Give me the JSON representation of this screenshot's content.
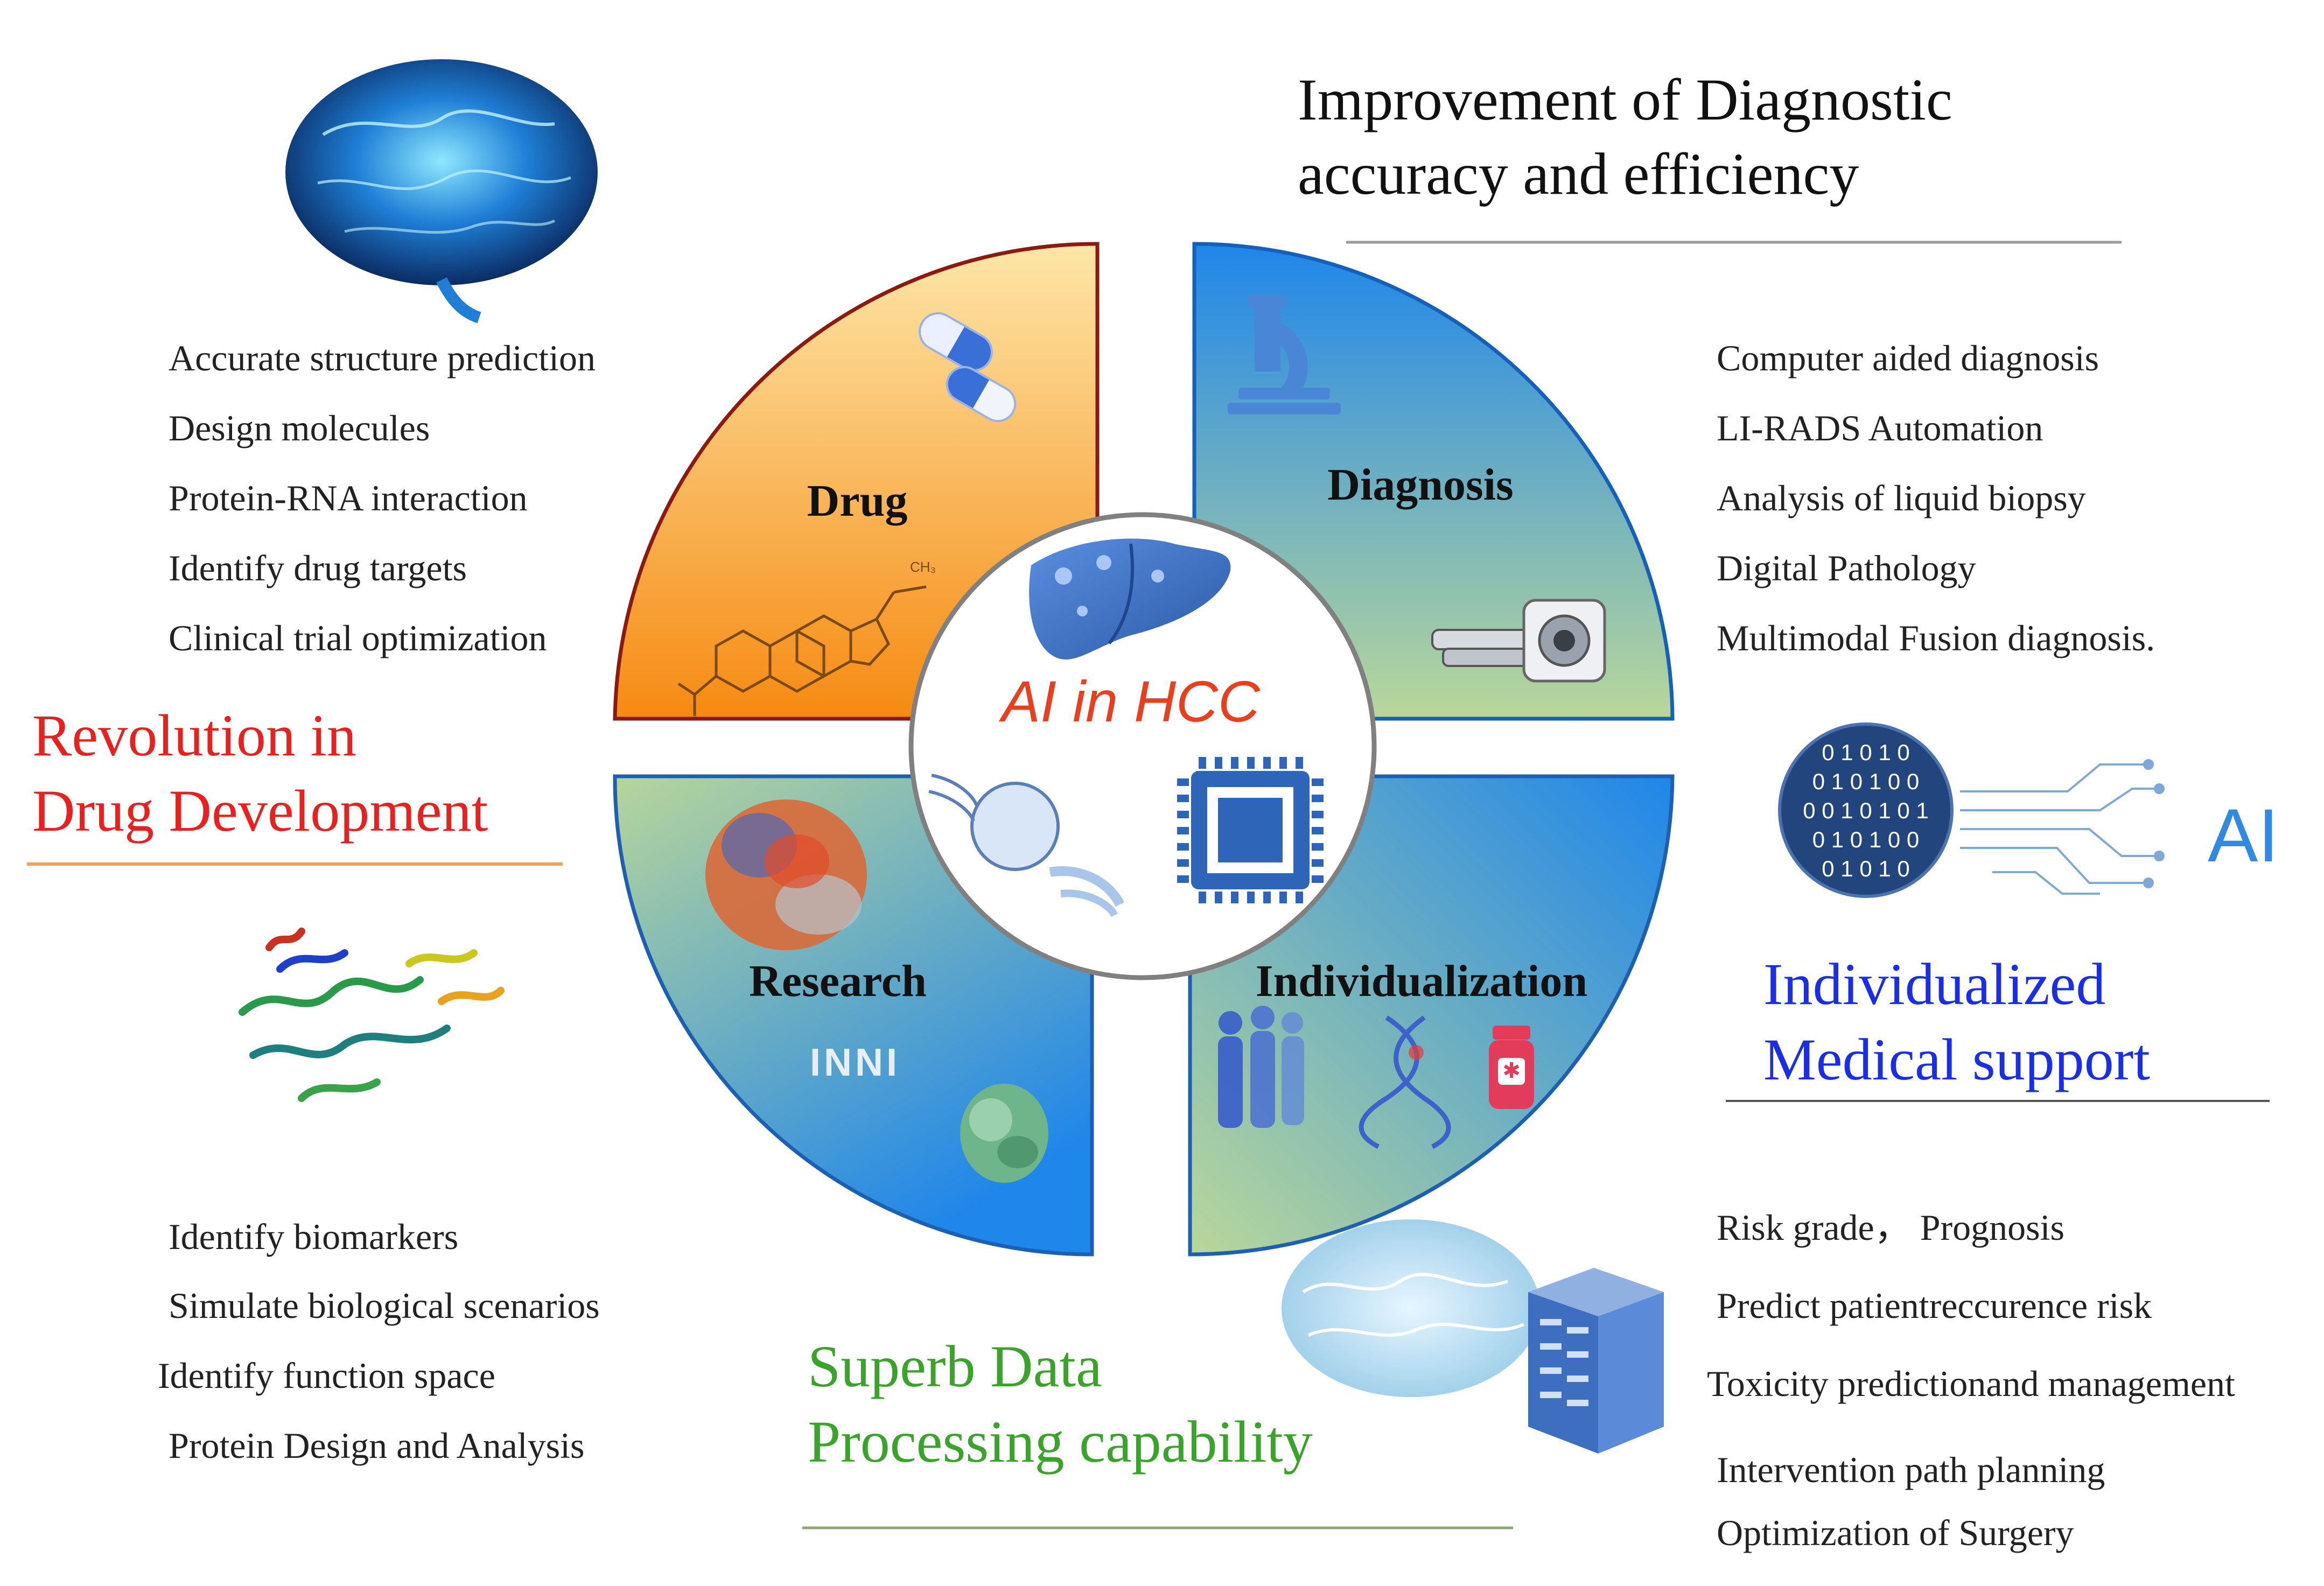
{
  "center": {
    "title": "AI in HCC"
  },
  "quadrants": {
    "drug": "Drug",
    "diagnosis": "Diagnosis",
    "research": "Research",
    "individualization": "Individualization"
  },
  "headings": {
    "diagnostic": [
      "Improvement of Diagnostic",
      "accuracy and efficiency"
    ],
    "drug_dev": [
      "Revolution in",
      "Drug Development"
    ],
    "individualized": [
      "Individualized",
      "Medical support"
    ],
    "data": [
      "Superb Data",
      "Processing capability"
    ]
  },
  "lists": {
    "drug": [
      "Accurate structure prediction",
      "Design molecules",
      "Protein-RNA interaction",
      "Identify drug targets",
      "Clinical trial optimization"
    ],
    "diagnosis": [
      "Computer aided diagnosis",
      "LI-RADS Automation",
      "Analysis of liquid biopsy",
      "Digital Pathology",
      "Multimodal Fusion diagnosis."
    ],
    "research": [
      "Identify biomarkers",
      "Simulate biological scenarios",
      "Identify function space",
      "Protein Design and Analysis"
    ],
    "individual": [
      "Risk grade，  Prognosis",
      "Predict patientreccurence risk",
      "Toxicity predictionand management",
      "Intervention path planning",
      "Optimization of Surgery"
    ]
  },
  "icons": {
    "binary_lines": [
      "0 1 0 1 0",
      "0 1 0 1 0 0",
      "0 0 1 0 1 0 1",
      "0 1 0 1 0 0",
      "0 1 0 1 0"
    ],
    "ai_label": "AI",
    "research_logo": "INNI"
  },
  "colors": {
    "drug_dev": "#e8211e",
    "individualized": "#1a2ee8",
    "data": "#3aa32a",
    "center_title": "#e8401e",
    "drug_fill": "#f7a326",
    "diagnosis_fill": "#2e8fe6",
    "research_fill": "#2f8ee0",
    "individual_fill": "#2a8ae6"
  }
}
